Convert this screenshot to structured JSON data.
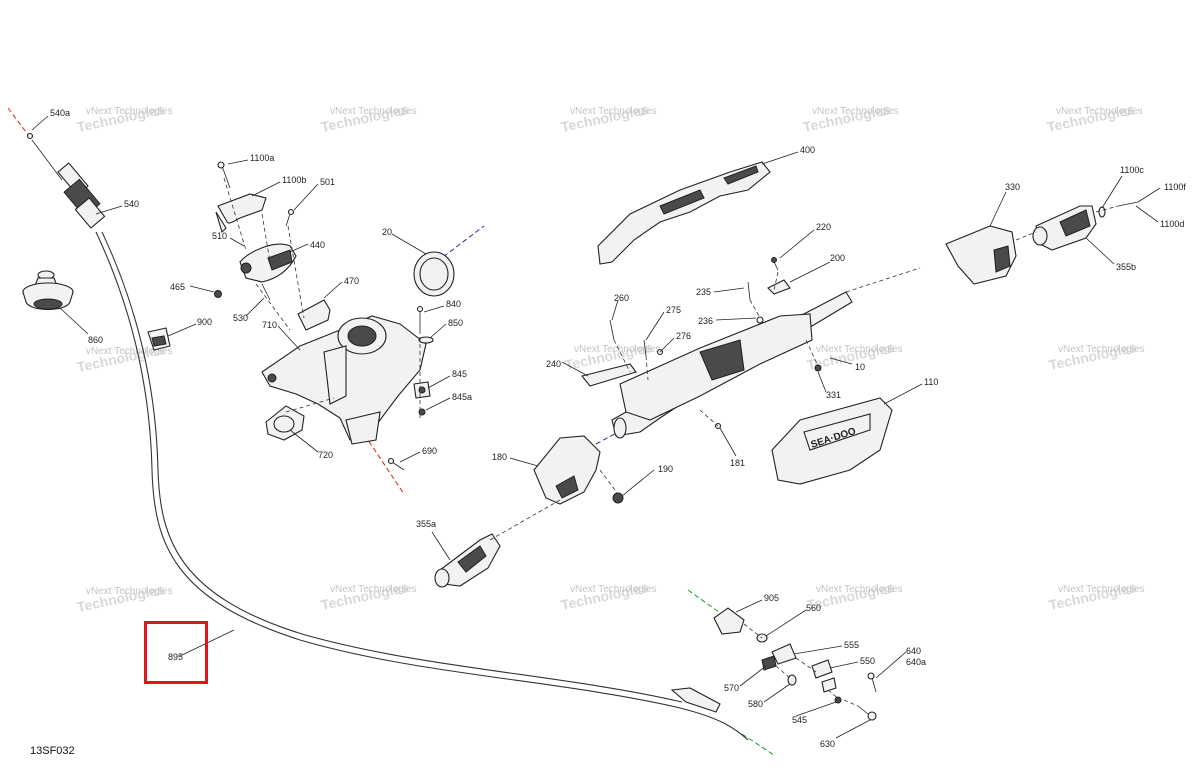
{
  "diagram": {
    "code": "13SF032",
    "watermark_line1": "vNext",
    "watermark_line2": "Technologies",
    "watermark_combined": "vNext Technologies",
    "highlighted_part": "895",
    "brand_mark": "SEA·DOO",
    "colors": {
      "highlight": "#e0161c",
      "axis_red": "#d62020",
      "axis_blue": "#1f2fa8",
      "axis_green": "#1f9a2a"
    }
  },
  "parts": [
    {
      "id": "540a",
      "label": "540a"
    },
    {
      "id": "540",
      "label": "540"
    },
    {
      "id": "860",
      "label": "860"
    },
    {
      "id": "900",
      "label": "900"
    },
    {
      "id": "1100a",
      "label": "1100a"
    },
    {
      "id": "1100b",
      "label": "1100b"
    },
    {
      "id": "501",
      "label": "501"
    },
    {
      "id": "510",
      "label": "510"
    },
    {
      "id": "440",
      "label": "440"
    },
    {
      "id": "465",
      "label": "465"
    },
    {
      "id": "470",
      "label": "470"
    },
    {
      "id": "530",
      "label": "530"
    },
    {
      "id": "710",
      "label": "710"
    },
    {
      "id": "20",
      "label": "20"
    },
    {
      "id": "840",
      "label": "840"
    },
    {
      "id": "850",
      "label": "850"
    },
    {
      "id": "845",
      "label": "845"
    },
    {
      "id": "845a",
      "label": "845a"
    },
    {
      "id": "720",
      "label": "720"
    },
    {
      "id": "690",
      "label": "690"
    },
    {
      "id": "400",
      "label": "400"
    },
    {
      "id": "220",
      "label": "220"
    },
    {
      "id": "200",
      "label": "200"
    },
    {
      "id": "235",
      "label": "235"
    },
    {
      "id": "236",
      "label": "236"
    },
    {
      "id": "260",
      "label": "260"
    },
    {
      "id": "275",
      "label": "275"
    },
    {
      "id": "276",
      "label": "276"
    },
    {
      "id": "240",
      "label": "240"
    },
    {
      "id": "10",
      "label": "10"
    },
    {
      "id": "331",
      "label": "331"
    },
    {
      "id": "110",
      "label": "110"
    },
    {
      "id": "180",
      "label": "180"
    },
    {
      "id": "190",
      "label": "190"
    },
    {
      "id": "181",
      "label": "181"
    },
    {
      "id": "355a",
      "label": "355a"
    },
    {
      "id": "330",
      "label": "330"
    },
    {
      "id": "1100c",
      "label": "1100c"
    },
    {
      "id": "1100f",
      "label": "1100f"
    },
    {
      "id": "1100d",
      "label": "1100d"
    },
    {
      "id": "355b",
      "label": "355b"
    },
    {
      "id": "905",
      "label": "905"
    },
    {
      "id": "560",
      "label": "560"
    },
    {
      "id": "555",
      "label": "555"
    },
    {
      "id": "550",
      "label": "550"
    },
    {
      "id": "640",
      "label": "640"
    },
    {
      "id": "640a",
      "label": "640a"
    },
    {
      "id": "570",
      "label": "570"
    },
    {
      "id": "580",
      "label": "580"
    },
    {
      "id": "545",
      "label": "545"
    },
    {
      "id": "630",
      "label": "630"
    },
    {
      "id": "895",
      "label": "895"
    }
  ]
}
